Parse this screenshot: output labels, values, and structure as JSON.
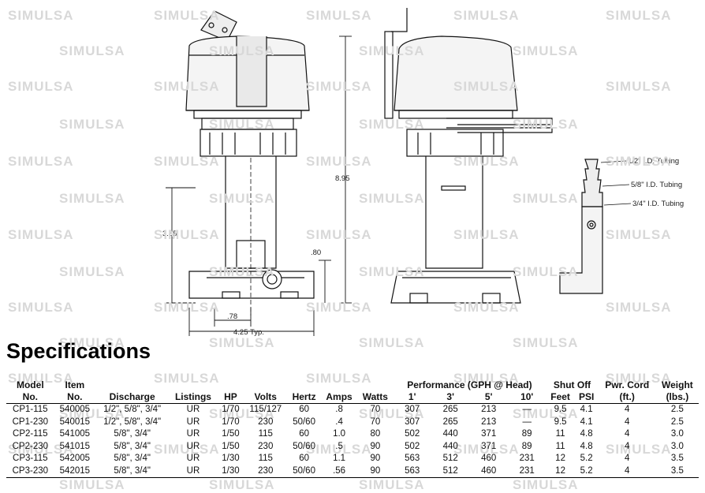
{
  "watermark": "SIMULSA",
  "drawing": {
    "dim_height": "8.95",
    "dim_mid": "3.85",
    "dim_inlet": ".80",
    "dim_offset": ".78",
    "dim_width": "4.25 Typ.",
    "callouts": [
      "1/2\" I.D. Tubing",
      "5/8\" I.D. Tubing",
      "3/4\" I.D. Tubing"
    ]
  },
  "title": "Specifications",
  "table": {
    "header_top": {
      "model": "Model",
      "item": "Item",
      "performance": "Performance (GPH @ Head)",
      "shutoff": "Shut Off",
      "cord": "Pwr. Cord",
      "weight": "Weight"
    },
    "header_sub": {
      "model": "No.",
      "item": "No.",
      "discharge": "Discharge",
      "listings": "Listings",
      "hp": "HP",
      "volts": "Volts",
      "hertz": "Hertz",
      "amps": "Amps",
      "watts": "Watts",
      "h1": "1'",
      "h3": "3'",
      "h5": "5'",
      "h10": "10'",
      "feet": "Feet",
      "psi": "PSI",
      "cord": "(ft.)",
      "weight": "(lbs.)"
    },
    "rows": [
      [
        "CP1-115",
        "540005",
        "1/2\", 5/8\", 3/4\"",
        "UR",
        "1/70",
        "115/127",
        "60",
        ".8",
        "70",
        "307",
        "265",
        "213",
        "—",
        "9.5",
        "4.1",
        "4",
        "2.5"
      ],
      [
        "CP1-230",
        "540015",
        "1/2\", 5/8\", 3/4\"",
        "UR",
        "1/70",
        "230",
        "50/60",
        ".4",
        "70",
        "307",
        "265",
        "213",
        "—",
        "9.5",
        "4.1",
        "4",
        "2.5"
      ],
      [
        "CP2-115",
        "541005",
        "5/8\", 3/4\"",
        "UR",
        "1/50",
        "115",
        "60",
        "1.0",
        "80",
        "502",
        "440",
        "371",
        "89",
        "11",
        "4.8",
        "4",
        "3.0"
      ],
      [
        "CP2-230",
        "541015",
        "5/8\", 3/4\"",
        "UR",
        "1/50",
        "230",
        "50/60",
        ".5",
        "90",
        "502",
        "440",
        "371",
        "89",
        "11",
        "4.8",
        "4",
        "3.0"
      ],
      [
        "CP3-115",
        "542005",
        "5/8\", 3/4\"",
        "UR",
        "1/30",
        "115",
        "60",
        "1.1",
        "90",
        "563",
        "512",
        "460",
        "231",
        "12",
        "5.2",
        "4",
        "3.5"
      ],
      [
        "CP3-230",
        "542015",
        "5/8\", 3/4\"",
        "UR",
        "1/30",
        "230",
        "50/60",
        ".56",
        "90",
        "563",
        "512",
        "460",
        "231",
        "12",
        "5.2",
        "4",
        "3.5"
      ]
    ]
  }
}
